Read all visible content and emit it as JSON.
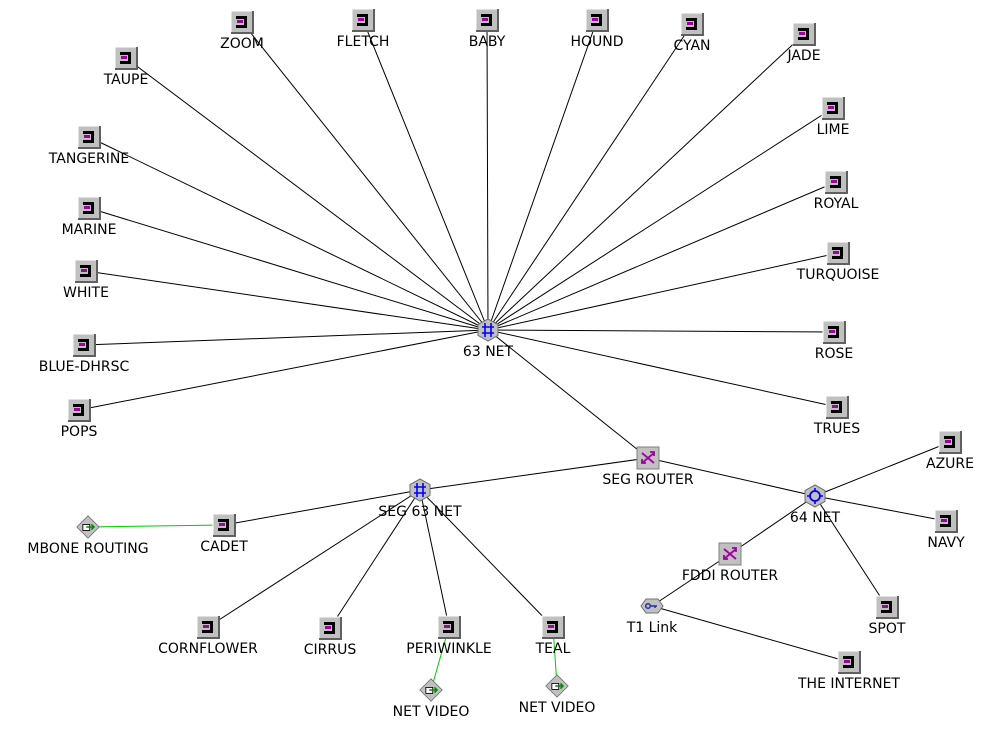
{
  "colors": {
    "background": "#ffffff",
    "link": "#000000",
    "multicast_link": "#00cc00",
    "station_face": "#c0c0c0",
    "station_glyph": "#000000",
    "station_accent": "#a000a0",
    "hub_accent": "#0000ff",
    "router_accent": "#a000a0"
  },
  "nodes": {
    "net63": {
      "label": "63 NET",
      "icon": "hub-icon"
    },
    "segrouter": {
      "label": "SEG ROUTER",
      "icon": "router-icon"
    },
    "seg63": {
      "label": "SEG 63 NET",
      "icon": "hub-icon"
    },
    "net64": {
      "label": "64 NET",
      "icon": "ring-hub-icon"
    },
    "fddirouter": {
      "label": "FDDI ROUTER",
      "icon": "router-icon"
    },
    "t1link": {
      "label": "T1 Link",
      "icon": "link-icon"
    },
    "mbone": {
      "label": "MBONE ROUTING",
      "icon": "multicast-icon"
    },
    "netvideo1": {
      "label": "NET VIDEO",
      "icon": "multicast-icon"
    },
    "netvideo2": {
      "label": "NET VIDEO",
      "icon": "multicast-icon"
    },
    "zoom": {
      "label": "ZOOM",
      "icon": "workstation-icon"
    },
    "fletch": {
      "label": "FLETCH",
      "icon": "workstation-icon"
    },
    "baby": {
      "label": "BABY",
      "icon": "workstation-icon"
    },
    "hound": {
      "label": "HOUND",
      "icon": "workstation-icon"
    },
    "cyan": {
      "label": "CYAN",
      "icon": "workstation-icon"
    },
    "jade": {
      "label": "JADE",
      "icon": "workstation-icon"
    },
    "taupe": {
      "label": "TAUPE",
      "icon": "workstation-icon"
    },
    "tangerine": {
      "label": "TANGERINE",
      "icon": "workstation-icon"
    },
    "marine": {
      "label": "MARINE",
      "icon": "workstation-icon"
    },
    "white": {
      "label": "WHITE",
      "icon": "workstation-icon"
    },
    "blue": {
      "label": "BLUE-DHRSC",
      "icon": "workstation-icon"
    },
    "pops": {
      "label": "POPS",
      "icon": "workstation-icon"
    },
    "lime": {
      "label": "LIME",
      "icon": "workstation-icon"
    },
    "royal": {
      "label": "ROYAL",
      "icon": "workstation-icon"
    },
    "turquoise": {
      "label": "TURQUOISE",
      "icon": "workstation-icon"
    },
    "rose": {
      "label": "ROSE",
      "icon": "workstation-icon"
    },
    "trues": {
      "label": "TRUES",
      "icon": "workstation-icon"
    },
    "azure": {
      "label": "AZURE",
      "icon": "workstation-icon"
    },
    "navy": {
      "label": "NAVY",
      "icon": "workstation-icon"
    },
    "spot": {
      "label": "SPOT",
      "icon": "workstation-icon"
    },
    "internet": {
      "label": "THE INTERNET",
      "icon": "workstation-icon"
    },
    "cadet": {
      "label": "CADET",
      "icon": "workstation-icon"
    },
    "cornflower": {
      "label": "CORNFLOWER",
      "icon": "workstation-icon"
    },
    "cirrus": {
      "label": "CIRRUS",
      "icon": "workstation-icon"
    },
    "periwinkle": {
      "label": "PERIWINKLE",
      "icon": "workstation-icon"
    },
    "teal": {
      "label": "TEAL",
      "icon": "workstation-icon"
    }
  },
  "links": [
    {
      "from": "net63",
      "to": "zoom",
      "type": "ethernet"
    },
    {
      "from": "net63",
      "to": "fletch",
      "type": "ethernet"
    },
    {
      "from": "net63",
      "to": "baby",
      "type": "ethernet"
    },
    {
      "from": "net63",
      "to": "hound",
      "type": "ethernet"
    },
    {
      "from": "net63",
      "to": "cyan",
      "type": "ethernet"
    },
    {
      "from": "net63",
      "to": "jade",
      "type": "ethernet"
    },
    {
      "from": "net63",
      "to": "taupe",
      "type": "ethernet"
    },
    {
      "from": "net63",
      "to": "tangerine",
      "type": "ethernet"
    },
    {
      "from": "net63",
      "to": "marine",
      "type": "ethernet"
    },
    {
      "from": "net63",
      "to": "white",
      "type": "ethernet"
    },
    {
      "from": "net63",
      "to": "blue",
      "type": "ethernet"
    },
    {
      "from": "net63",
      "to": "pops",
      "type": "ethernet"
    },
    {
      "from": "net63",
      "to": "lime",
      "type": "ethernet"
    },
    {
      "from": "net63",
      "to": "royal",
      "type": "ethernet"
    },
    {
      "from": "net63",
      "to": "turquoise",
      "type": "ethernet"
    },
    {
      "from": "net63",
      "to": "rose",
      "type": "ethernet"
    },
    {
      "from": "net63",
      "to": "trues",
      "type": "ethernet"
    },
    {
      "from": "net63",
      "to": "segrouter",
      "type": "ethernet"
    },
    {
      "from": "segrouter",
      "to": "seg63",
      "type": "ethernet"
    },
    {
      "from": "segrouter",
      "to": "net64",
      "type": "ethernet"
    },
    {
      "from": "seg63",
      "to": "cadet",
      "type": "ethernet"
    },
    {
      "from": "seg63",
      "to": "cornflower",
      "type": "ethernet"
    },
    {
      "from": "seg63",
      "to": "cirrus",
      "type": "ethernet"
    },
    {
      "from": "seg63",
      "to": "periwinkle",
      "type": "ethernet"
    },
    {
      "from": "seg63",
      "to": "teal",
      "type": "ethernet"
    },
    {
      "from": "net64",
      "to": "azure",
      "type": "ethernet"
    },
    {
      "from": "net64",
      "to": "navy",
      "type": "ethernet"
    },
    {
      "from": "net64",
      "to": "spot",
      "type": "ethernet"
    },
    {
      "from": "net64",
      "to": "fddirouter",
      "type": "ethernet"
    },
    {
      "from": "fddirouter",
      "to": "t1link",
      "type": "ethernet"
    },
    {
      "from": "t1link",
      "to": "internet",
      "type": "ethernet"
    },
    {
      "from": "cadet",
      "to": "mbone",
      "type": "multicast"
    },
    {
      "from": "periwinkle",
      "to": "netvideo1",
      "type": "multicast"
    },
    {
      "from": "teal",
      "to": "netvideo2",
      "type": "multicast"
    }
  ]
}
